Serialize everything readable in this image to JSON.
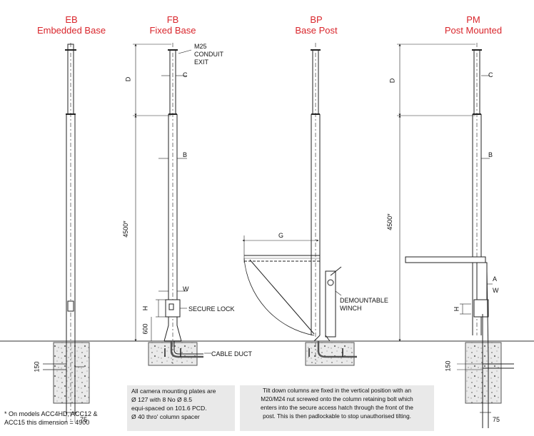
{
  "variants": [
    {
      "code": "EB",
      "name": "Embedded Base"
    },
    {
      "code": "FB",
      "name": "Fixed Base"
    },
    {
      "code": "BP",
      "name": "Base Post"
    },
    {
      "code": "PM",
      "name": "Post Mounted"
    }
  ],
  "labels": {
    "conduit_1": "M25",
    "conduit_2": "CONDUIT",
    "conduit_3": "EXIT",
    "c": "C",
    "b": "B",
    "d": "D",
    "g": "G",
    "w": "W",
    "h": "H",
    "a": "A",
    "height_4500": "4500*",
    "dim_600": "600",
    "dim_150": "150",
    "dim_75": "75",
    "secure_lock": "SECURE LOCK",
    "cable_duct": "CABLE DUCT",
    "winch_1": "DEMOUNTABLE",
    "winch_2": "WINCH"
  },
  "notes": {
    "mounting": [
      "All camera mounting plates are",
      "Ø 127 with 8 No Ø 8.5",
      "equi-spaced on 101.6 PCD.",
      "Ø 40 thro' column spacer"
    ],
    "tilt": [
      "Tilt down columns are fixed in the vertical position with an",
      "M20/M24 nut screwed onto the column retaining bolt which",
      "enters into the secure access hatch through the front of the",
      "post. This is then padlockable to stop unauthorised tilting."
    ],
    "footnote": [
      "* On models ACC4HD, ACC12 &",
      "ACC15 this dimension = 4900"
    ]
  }
}
